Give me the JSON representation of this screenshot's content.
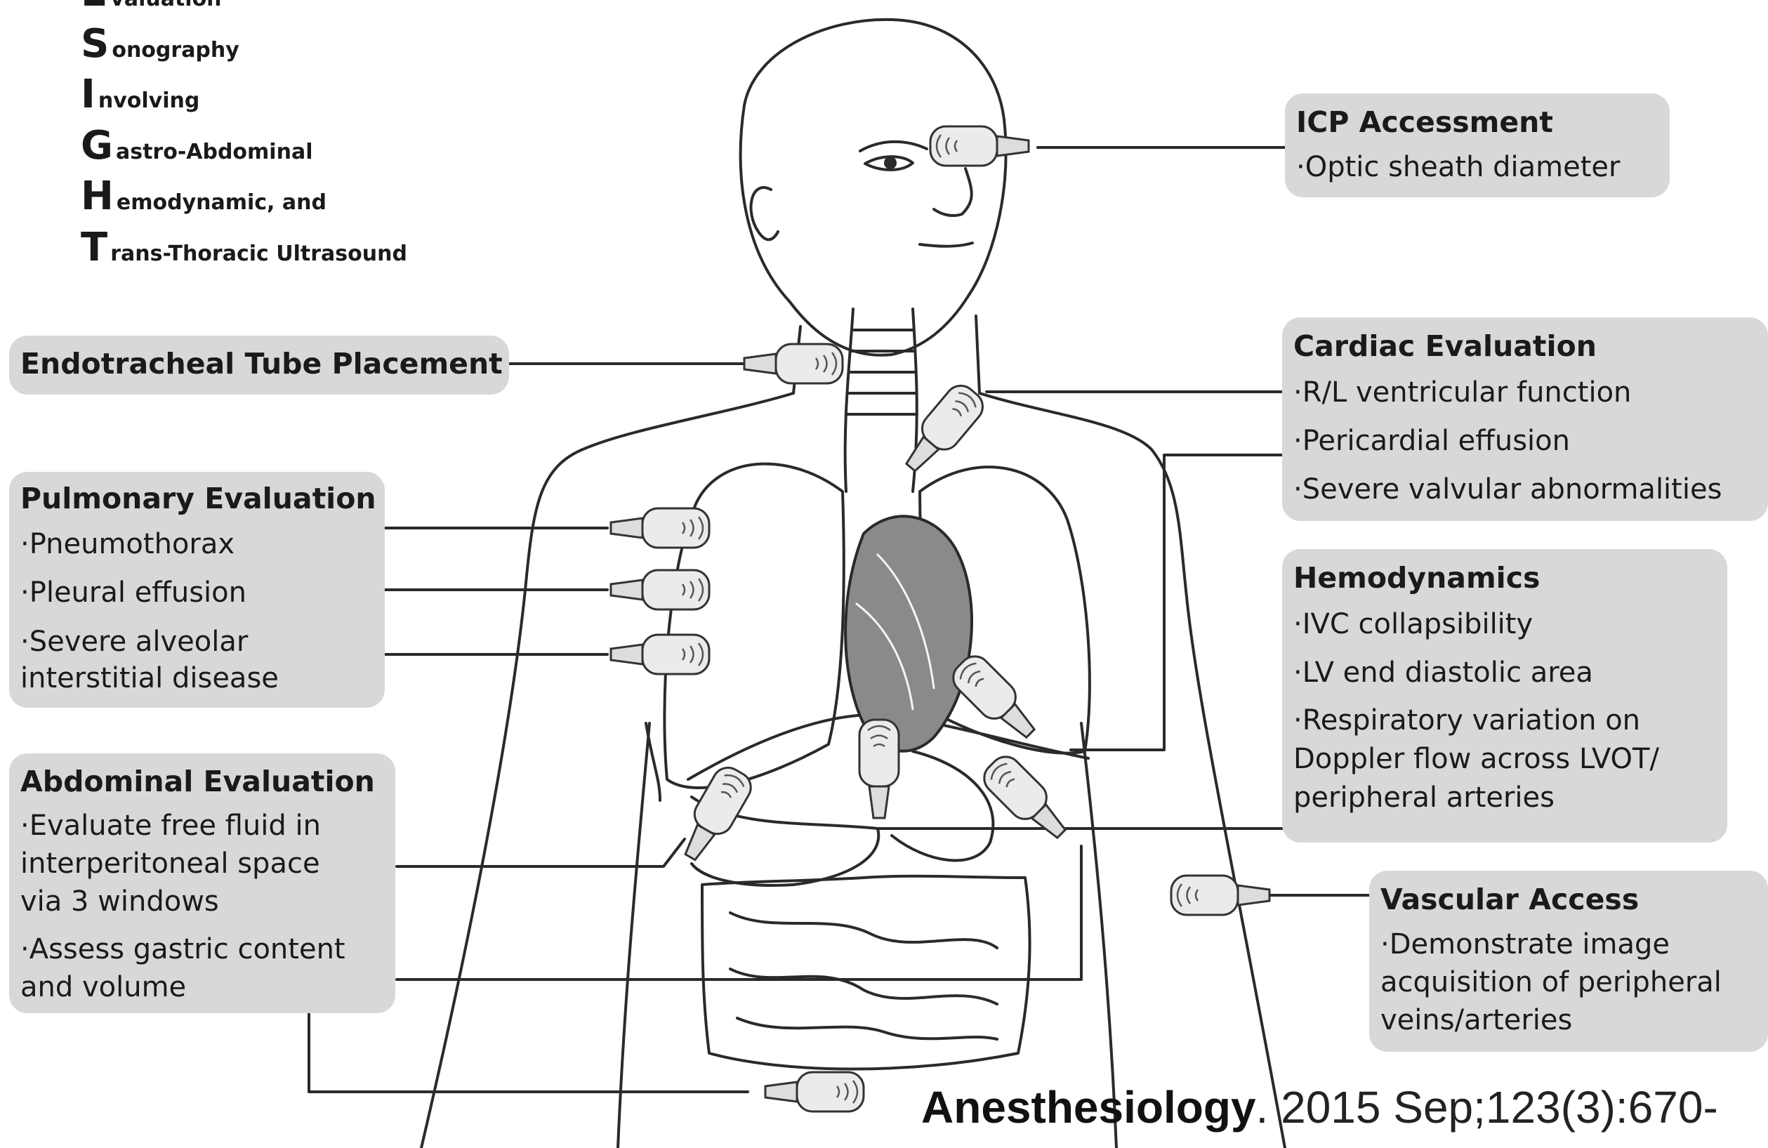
{
  "acronym": [
    {
      "letter": "E",
      "rest": "valuation"
    },
    {
      "letter": "S",
      "rest": "onography"
    },
    {
      "letter": "I",
      "rest": "nvolving"
    },
    {
      "letter": "G",
      "rest": "astro-Abdominal"
    },
    {
      "letter": "H",
      "rest": "emodynamic, and"
    },
    {
      "letter": "T",
      "rest": "rans-Thoracic Ultrasound"
    }
  ],
  "boxes": {
    "icp": {
      "title": "ICP Accessment",
      "items": [
        "·Optic sheath diameter"
      ]
    },
    "endotracheal": {
      "title": "Endotracheal Tube Placement",
      "items": []
    },
    "pulmonary": {
      "title": "Pulmonary Evaluation",
      "items": [
        "·Pneumothorax",
        "·Pleural effusion",
        "·Severe alveolar\ninterstitial disease"
      ]
    },
    "abdominal": {
      "title": "Abdominal Evaluation",
      "items": [
        "·Evaluate free fluid in\ninterperitoneal space\nvia 3 windows",
        "·Assess gastric content\nand volume"
      ]
    },
    "cardiac": {
      "title": "Cardiac Evaluation",
      "items": [
        "·R/L ventricular function",
        "·Pericardial effusion",
        "·Severe valvular abnormalities"
      ]
    },
    "hemodynamics": {
      "title": "Hemodynamics",
      "items": [
        "·IVC collapsibility",
        "·LV end diastolic area",
        "·Respiratory variation on\nDoppler flow across LVOT/\nperipheral arteries"
      ]
    },
    "vascular": {
      "title": "Vascular Access",
      "items": [
        "·Demonstrate image\nacquisition of peripheral\nveins/arteries"
      ]
    }
  },
  "citation": {
    "journal": "Anesthesiology",
    "rest": ". 2015 Sep;123(3):670-"
  },
  "colors": {
    "box_fill": "#d8d8d8",
    "line": "#333333",
    "probe": "#e6e6e6"
  }
}
